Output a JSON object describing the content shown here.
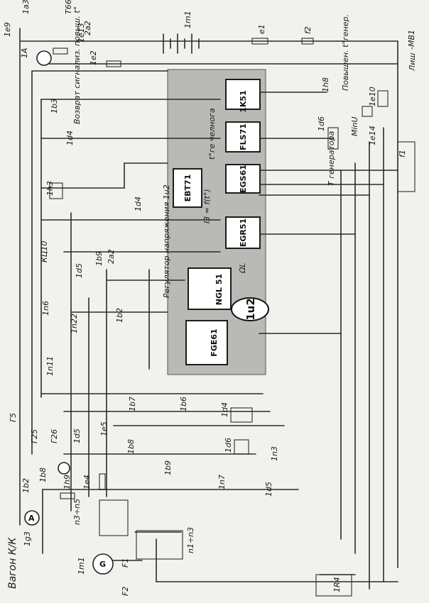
{
  "blocks": [
    {
      "id": "1K51",
      "label": "1K51"
    },
    {
      "id": "FLS71",
      "label": "FLS71"
    },
    {
      "id": "EGS61",
      "label": "EGS61"
    },
    {
      "id": "EBT71",
      "label": "EBT71"
    },
    {
      "id": "EGR51",
      "label": "EGR51"
    },
    {
      "id": "NGL51",
      "label": "NGL 51"
    },
    {
      "id": "FGE61",
      "label": "FGE61"
    }
  ],
  "unit_label": "1u2",
  "regulator_label": "Регулятор напряжения 1u2",
  "oil_temp_label": "t°ге челнога",
  "current_label": "I3 = f(t°)",
  "dl_label": "ΩL",
  "notes": {
    "overheat_signal": "Возврат сигнализ. повыш. t°",
    "gen_temp_rise": "Повышен. t°генер.",
    "min_u": "MinU",
    "gen_label": "Т генератора",
    "car_label": "Вагон К/К",
    "mb1": "-MB1",
    "signature": "Лиш"
  },
  "components": [
    "1e9",
    "1a3",
    "T66",
    "1e13",
    "2a2",
    "1e2",
    "1m1",
    "e1",
    "f2",
    "1A",
    "1b3",
    "1d4",
    "1h8",
    "1d6",
    "1e10",
    "1e14",
    "f1",
    "1h3",
    "1d4",
    "1d5",
    "1b9",
    "2a2",
    "1b2",
    "1n6",
    "КЦ10",
    "1n22",
    "1n11",
    "Г5",
    "Г25",
    "Г26",
    "1d5",
    "1e5",
    "1b7",
    "1b6",
    "1d4",
    "1b8",
    "1d6",
    "1b9",
    "1n7",
    "1n3",
    "1d5",
    "1b2",
    "1b8",
    "1h9",
    "1e4",
    "1g3",
    "n3÷n5",
    "n1÷n3",
    "1m1",
    "F1",
    "F2",
    "1R4"
  ],
  "labels_placed": {
    "l_1e9": "1e9",
    "l_1a3": "1a3",
    "l_T66": "T66",
    "l_1e13": "1e13",
    "l_2a2top": "2a2",
    "l_1e2": "1e2",
    "l_1m1top": "1m1",
    "l_e1": "e1",
    "l_f2": "f2",
    "l_A1": "1A",
    "l_1b3": "1b3",
    "l_1d4a": "1d4",
    "l_1h8": "1h8",
    "l_1d6": "1d6",
    "l_1e10": "1e10",
    "l_1e14": "1e14",
    "l_f1": "f1",
    "l_1h3": "1h3",
    "l_1d4b": "1d4",
    "l_1d5a": "1d5",
    "l_1b9a": "1b9",
    "l_2a2m": "2a2",
    "l_1b2a": "1b2",
    "l_1n6": "1n6",
    "l_KC10": "КЦ10",
    "l_1n22": "1n22",
    "l_1n11": "1n11",
    "l_G5": "Г5",
    "l_G25": "Г25",
    "l_G26": "Г26",
    "l_1d5b": "1d5",
    "l_1e5": "1e5",
    "l_1b7": "1b7",
    "l_1b6": "1b6",
    "l_1d4c": "1d4",
    "l_1b8a": "1b8",
    "l_1d6b": "1d6",
    "l_1b9b": "1b9",
    "l_1n7": "1n7",
    "l_1n3": "1n3",
    "l_1d5c": "1d5",
    "l_1b2b": "1b2",
    "l_1b8b": "1b8",
    "l_1h9": "1h9",
    "l_1e4": "1e4",
    "l_1g3": "1g3",
    "l_n3n5": "n3÷n5",
    "l_n1n3": "n1÷n3",
    "l_1m1b": "1m1",
    "l_F1": "F1",
    "l_F2": "F2",
    "l_1R4": "1R4",
    "l_A2": "A",
    "l_G": "G"
  }
}
